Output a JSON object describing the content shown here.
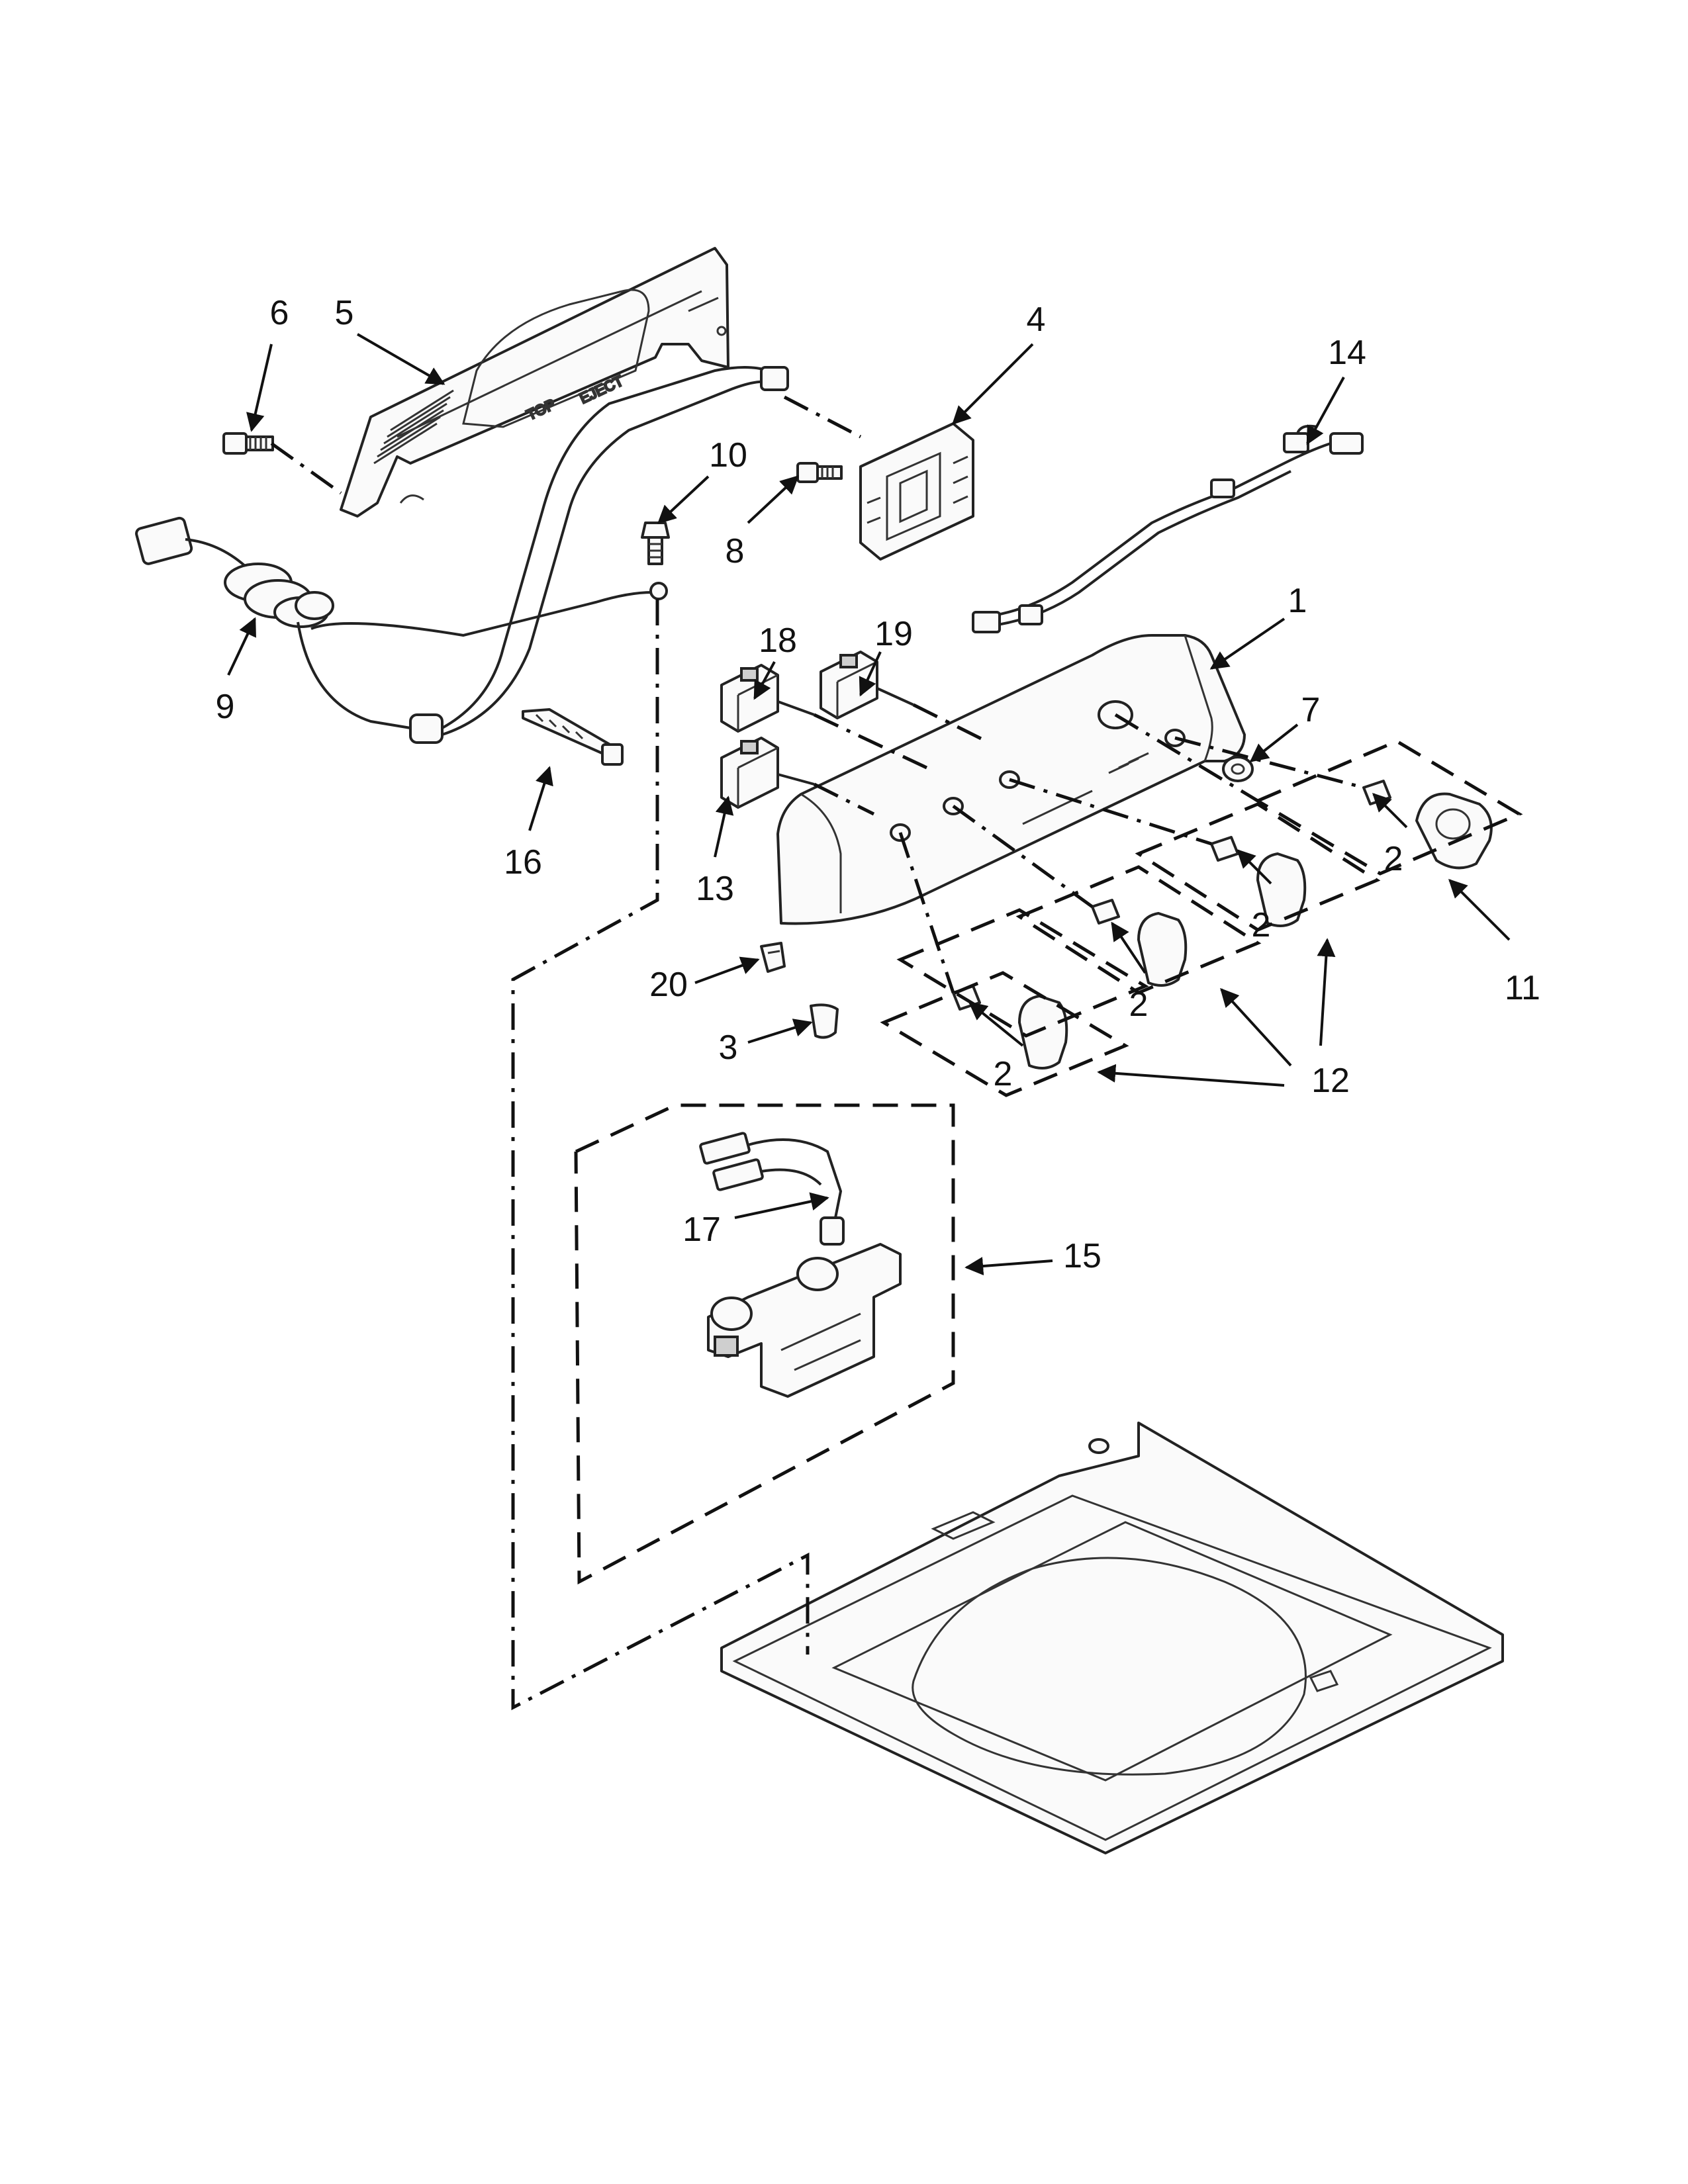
{
  "callouts": {
    "c1": "1",
    "c2a": "2",
    "c2b": "2",
    "c2c": "2",
    "c2d": "2",
    "c3": "3",
    "c4": "4",
    "c5": "5",
    "c6": "6",
    "c7": "7",
    "c8": "8",
    "c9": "9",
    "c10": "10",
    "c11": "11",
    "c12": "12",
    "c13": "13",
    "c14": "14",
    "c15": "15",
    "c16": "16",
    "c17": "17",
    "c18": "18",
    "c19": "19",
    "c20": "20"
  },
  "panel_marking": {
    "left": "TOP",
    "right": "EJECT"
  }
}
